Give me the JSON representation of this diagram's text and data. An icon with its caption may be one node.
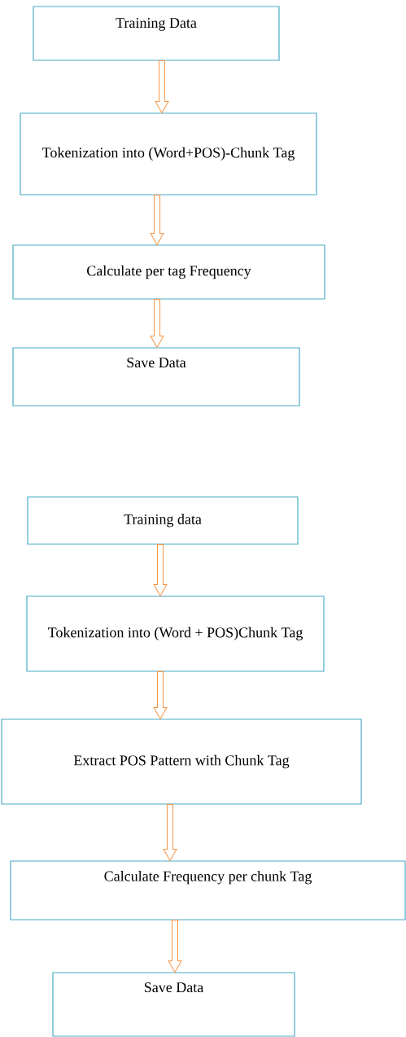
{
  "diagram": {
    "nodes": [
      {
        "text": [
          "Training Data"
        ]
      },
      {
        "text": [
          "Tokenization into (Word+POS)-Chunk Tag"
        ]
      },
      {
        "text": [
          "Calculate per tag Frequency"
        ]
      },
      {
        "text": [
          "Save Data"
        ]
      },
      {
        "text": [
          "Training data"
        ]
      },
      {
        "text": [
          "Tokenization into (Word + POS)Chunk Tag"
        ]
      },
      {
        "text": [
          "Extract POS Pattern with Chunk Tag"
        ]
      },
      {
        "text": [
          "Calculate Frequency per chunk Tag"
        ]
      },
      {
        "text": [
          "Save Data"
        ]
      }
    ],
    "edges": [
      {
        "from": 0,
        "to": 1,
        "arrow": "to"
      },
      {
        "from": 1,
        "to": 2,
        "arrow": "to"
      },
      {
        "from": 2,
        "to": 3,
        "arrow": "to"
      },
      {
        "from": 4,
        "to": 5,
        "arrow": "to"
      },
      {
        "from": 5,
        "to": 6,
        "arrow": "to"
      },
      {
        "from": 6,
        "to": 7,
        "arrow": "to"
      },
      {
        "from": 7,
        "to": 8,
        "arrow": "to"
      }
    ]
  }
}
